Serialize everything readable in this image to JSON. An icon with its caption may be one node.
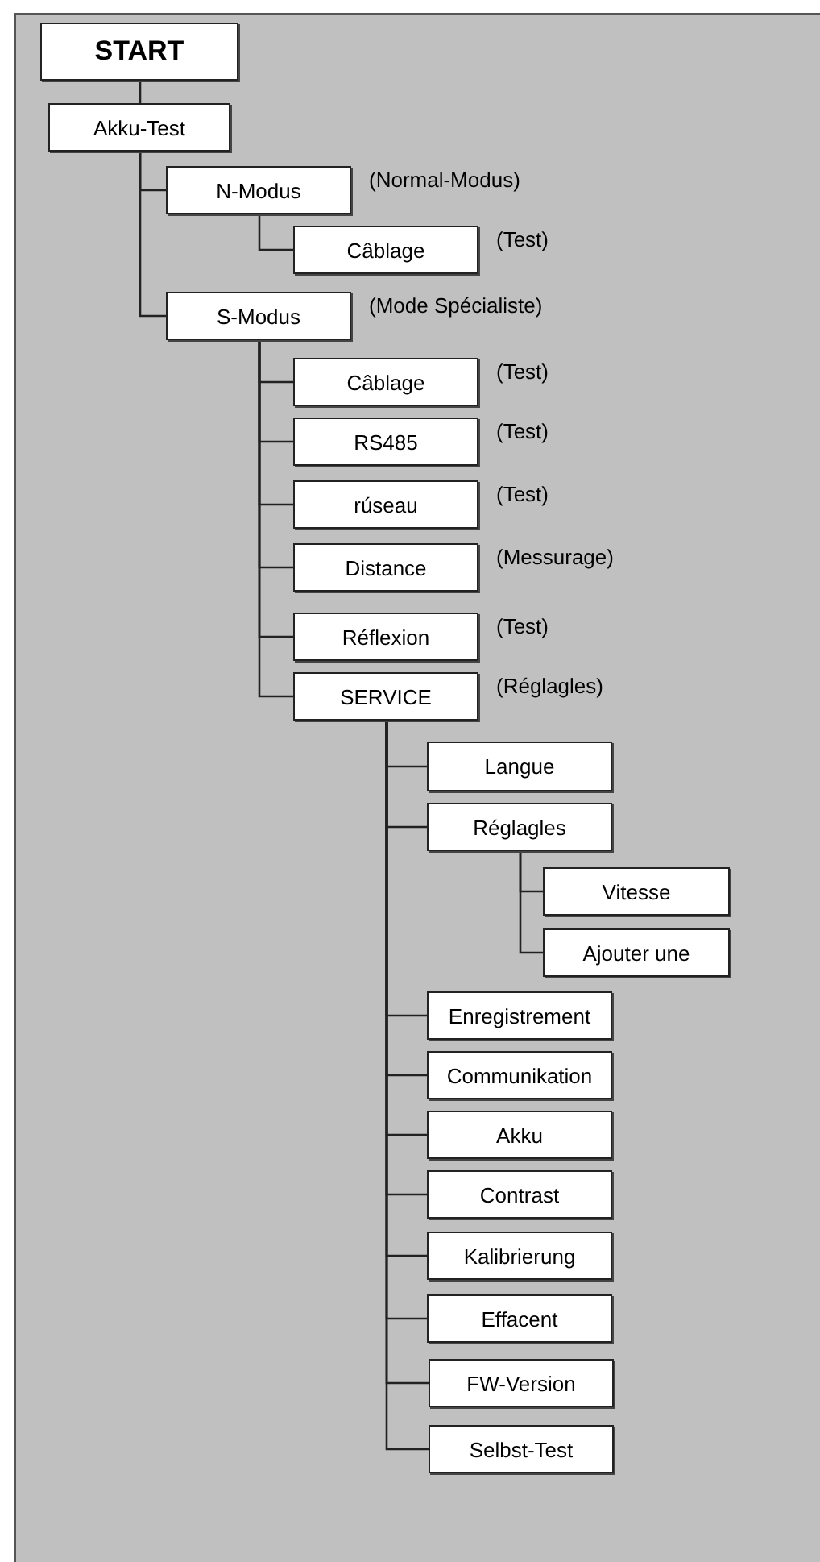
{
  "diagram": {
    "nodes": [
      {
        "text": [
          "START"
        ]
      },
      {
        "text": [
          "Akku-Test"
        ]
      },
      {
        "text": [
          "N-Modus"
        ],
        "beside": [
          "(Normal-Modus)"
        ]
      },
      {
        "text": [
          "Câblage"
        ],
        "beside": [
          "(Test)"
        ]
      },
      {
        "text": [
          "S-Modus"
        ],
        "beside": [
          "(Mode Spécialiste)"
        ]
      },
      {
        "text": [
          "Câblage"
        ],
        "beside": [
          "(Test)"
        ]
      },
      {
        "text": [
          "RS485"
        ],
        "beside": [
          "(Test)"
        ]
      },
      {
        "text": [
          "rúseau"
        ],
        "beside": [
          "(Test)"
        ]
      },
      {
        "text": [
          "Distance"
        ],
        "beside": [
          "(Messurage)"
        ]
      },
      {
        "text": [
          "Réflexion"
        ],
        "beside": [
          "(Test)"
        ]
      },
      {
        "text": [
          "SERVICE"
        ],
        "beside": [
          "(Réglagles)"
        ]
      },
      {
        "text": [
          "Langue"
        ]
      },
      {
        "text": [
          "Réglagles"
        ]
      },
      {
        "text": [
          "Vitesse"
        ]
      },
      {
        "text": [
          "Ajouter une"
        ]
      },
      {
        "text": [
          "Enregistrement"
        ]
      },
      {
        "text": [
          "Communikation"
        ]
      },
      {
        "text": [
          "Akku"
        ]
      },
      {
        "text": [
          "Contrast"
        ]
      },
      {
        "text": [
          "Kalibrierung"
        ]
      },
      {
        "text": [
          "Effacent"
        ]
      },
      {
        "text": [
          "FW-Version"
        ]
      },
      {
        "text": [
          "Selbst-Test"
        ]
      }
    ],
    "edges": [
      {
        "from": 0,
        "to": 1,
        "arrow": "none"
      },
      {
        "from": 1,
        "to": 2,
        "arrow": "none"
      },
      {
        "from": 2,
        "to": 3,
        "arrow": "none"
      },
      {
        "from": 1,
        "to": 4,
        "arrow": "none"
      },
      {
        "from": 4,
        "to": 5,
        "arrow": "none"
      },
      {
        "from": 4,
        "to": 6,
        "arrow": "none"
      },
      {
        "from": 4,
        "to": 7,
        "arrow": "none"
      },
      {
        "from": 4,
        "to": 8,
        "arrow": "none"
      },
      {
        "from": 4,
        "to": 9,
        "arrow": "none"
      },
      {
        "from": 4,
        "to": 10,
        "arrow": "none"
      },
      {
        "from": 10,
        "to": 11,
        "arrow": "none"
      },
      {
        "from": 10,
        "to": 12,
        "arrow": "none"
      },
      {
        "from": 12,
        "to": 13,
        "arrow": "none"
      },
      {
        "from": 12,
        "to": 14,
        "arrow": "none"
      },
      {
        "from": 10,
        "to": 15,
        "arrow": "none"
      },
      {
        "from": 10,
        "to": 16,
        "arrow": "none"
      },
      {
        "from": 10,
        "to": 17,
        "arrow": "none"
      },
      {
        "from": 10,
        "to": 18,
        "arrow": "none"
      },
      {
        "from": 10,
        "to": 19,
        "arrow": "none"
      },
      {
        "from": 10,
        "to": 20,
        "arrow": "none"
      },
      {
        "from": 10,
        "to": 21,
        "arrow": "none"
      },
      {
        "from": 10,
        "to": 22,
        "arrow": "none"
      }
    ]
  }
}
